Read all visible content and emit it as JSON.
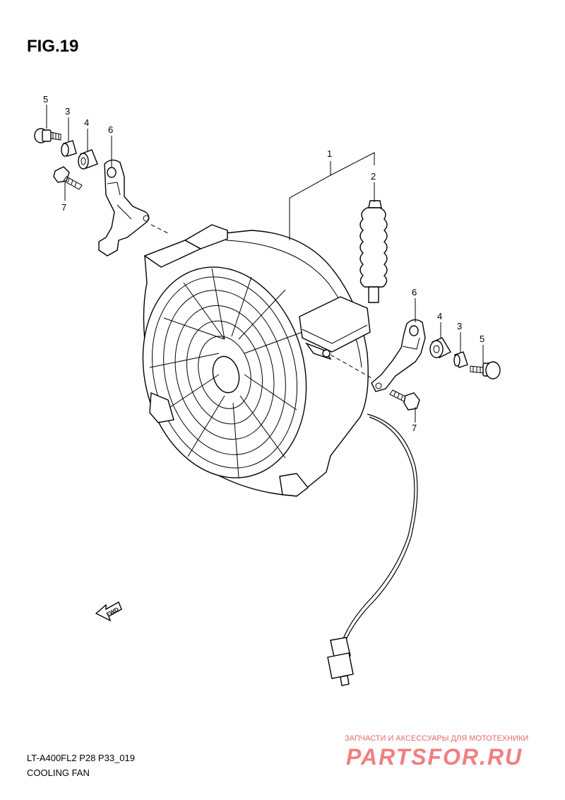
{
  "figure": {
    "title": "FIG.19",
    "model_code": "LT-A400FL2 P28 P33_019",
    "caption": "COOLING FAN"
  },
  "callouts": [
    {
      "id": "c1",
      "label": "1"
    },
    {
      "id": "c2",
      "label": "2"
    },
    {
      "id": "c3a",
      "label": "3"
    },
    {
      "id": "c4a",
      "label": "4"
    },
    {
      "id": "c5a",
      "label": "5"
    },
    {
      "id": "c6a",
      "label": "6"
    },
    {
      "id": "c7a",
      "label": "7"
    },
    {
      "id": "c3b",
      "label": "3"
    },
    {
      "id": "c4b",
      "label": "4"
    },
    {
      "id": "c5b",
      "label": "5"
    },
    {
      "id": "c6b",
      "label": "6"
    },
    {
      "id": "c7b",
      "label": "7"
    }
  ],
  "direction_arrow": {
    "label": "FWD"
  },
  "watermark": {
    "tagline": "ЗАПЧАСТИ И АКСЕССУАРЫ ДЛЯ МОТОТЕХНИКИ",
    "brand": "PARTSFOR.RU"
  }
}
